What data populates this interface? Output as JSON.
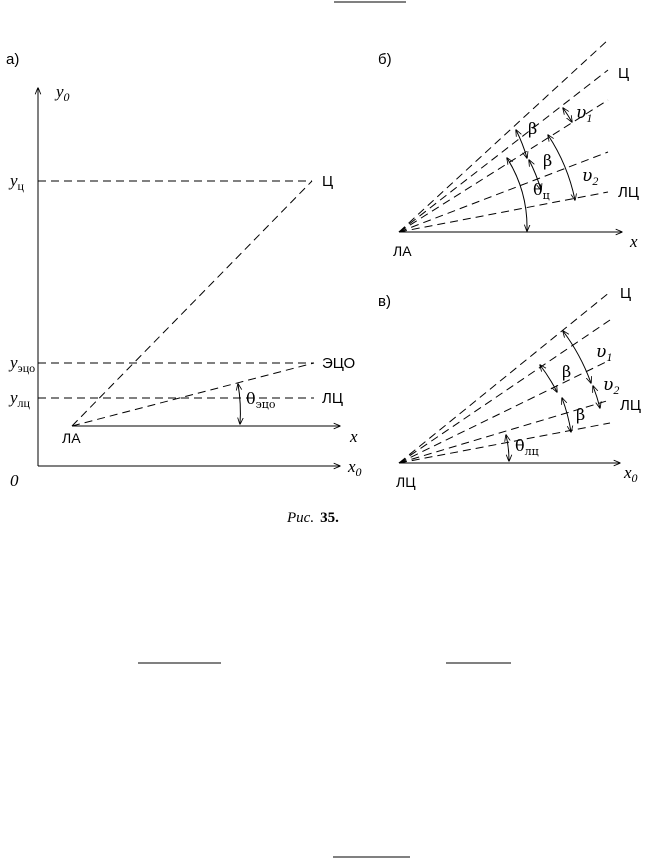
{
  "panels": {
    "a": {
      "label": "а)",
      "axis_y": "y",
      "axis_y_sub": "0",
      "axis_x0": "x",
      "axis_x0_sub": "0",
      "axis_x": "x",
      "origin": "0",
      "y_c": "y",
      "y_c_sub": "ц",
      "y_eco": "y",
      "y_eco_sub": "эцо",
      "y_lc": "y",
      "y_lc_sub": "лц",
      "pt_c": "Ц",
      "pt_eco": "ЭЦО",
      "pt_lc": "ЛЦ",
      "pt_la": "ЛА",
      "theta": "θ",
      "theta_sub": "эцо"
    },
    "b": {
      "label": "б)",
      "pt_c": "Ц",
      "pt_lc": "ЛЦ",
      "pt_la": "ЛА",
      "axis_x": "x",
      "beta": "β",
      "upsilon": "υ",
      "ups1_sub": "1",
      "ups2_sub": "2",
      "theta": "θ",
      "theta_sub": "ц"
    },
    "c": {
      "label": "в)",
      "pt_c": "Ц",
      "pt_lc": "ЛЦ",
      "pt_origin": "ЛЦ",
      "axis_x0": "x",
      "axis_x0_sub": "0",
      "beta": "β",
      "upsilon": "υ",
      "ups1_sub": "1",
      "ups2_sub": "2",
      "theta": "θ",
      "theta_sub": "лц"
    }
  },
  "caption": {
    "prefix": "Рис.",
    "number": "35."
  }
}
